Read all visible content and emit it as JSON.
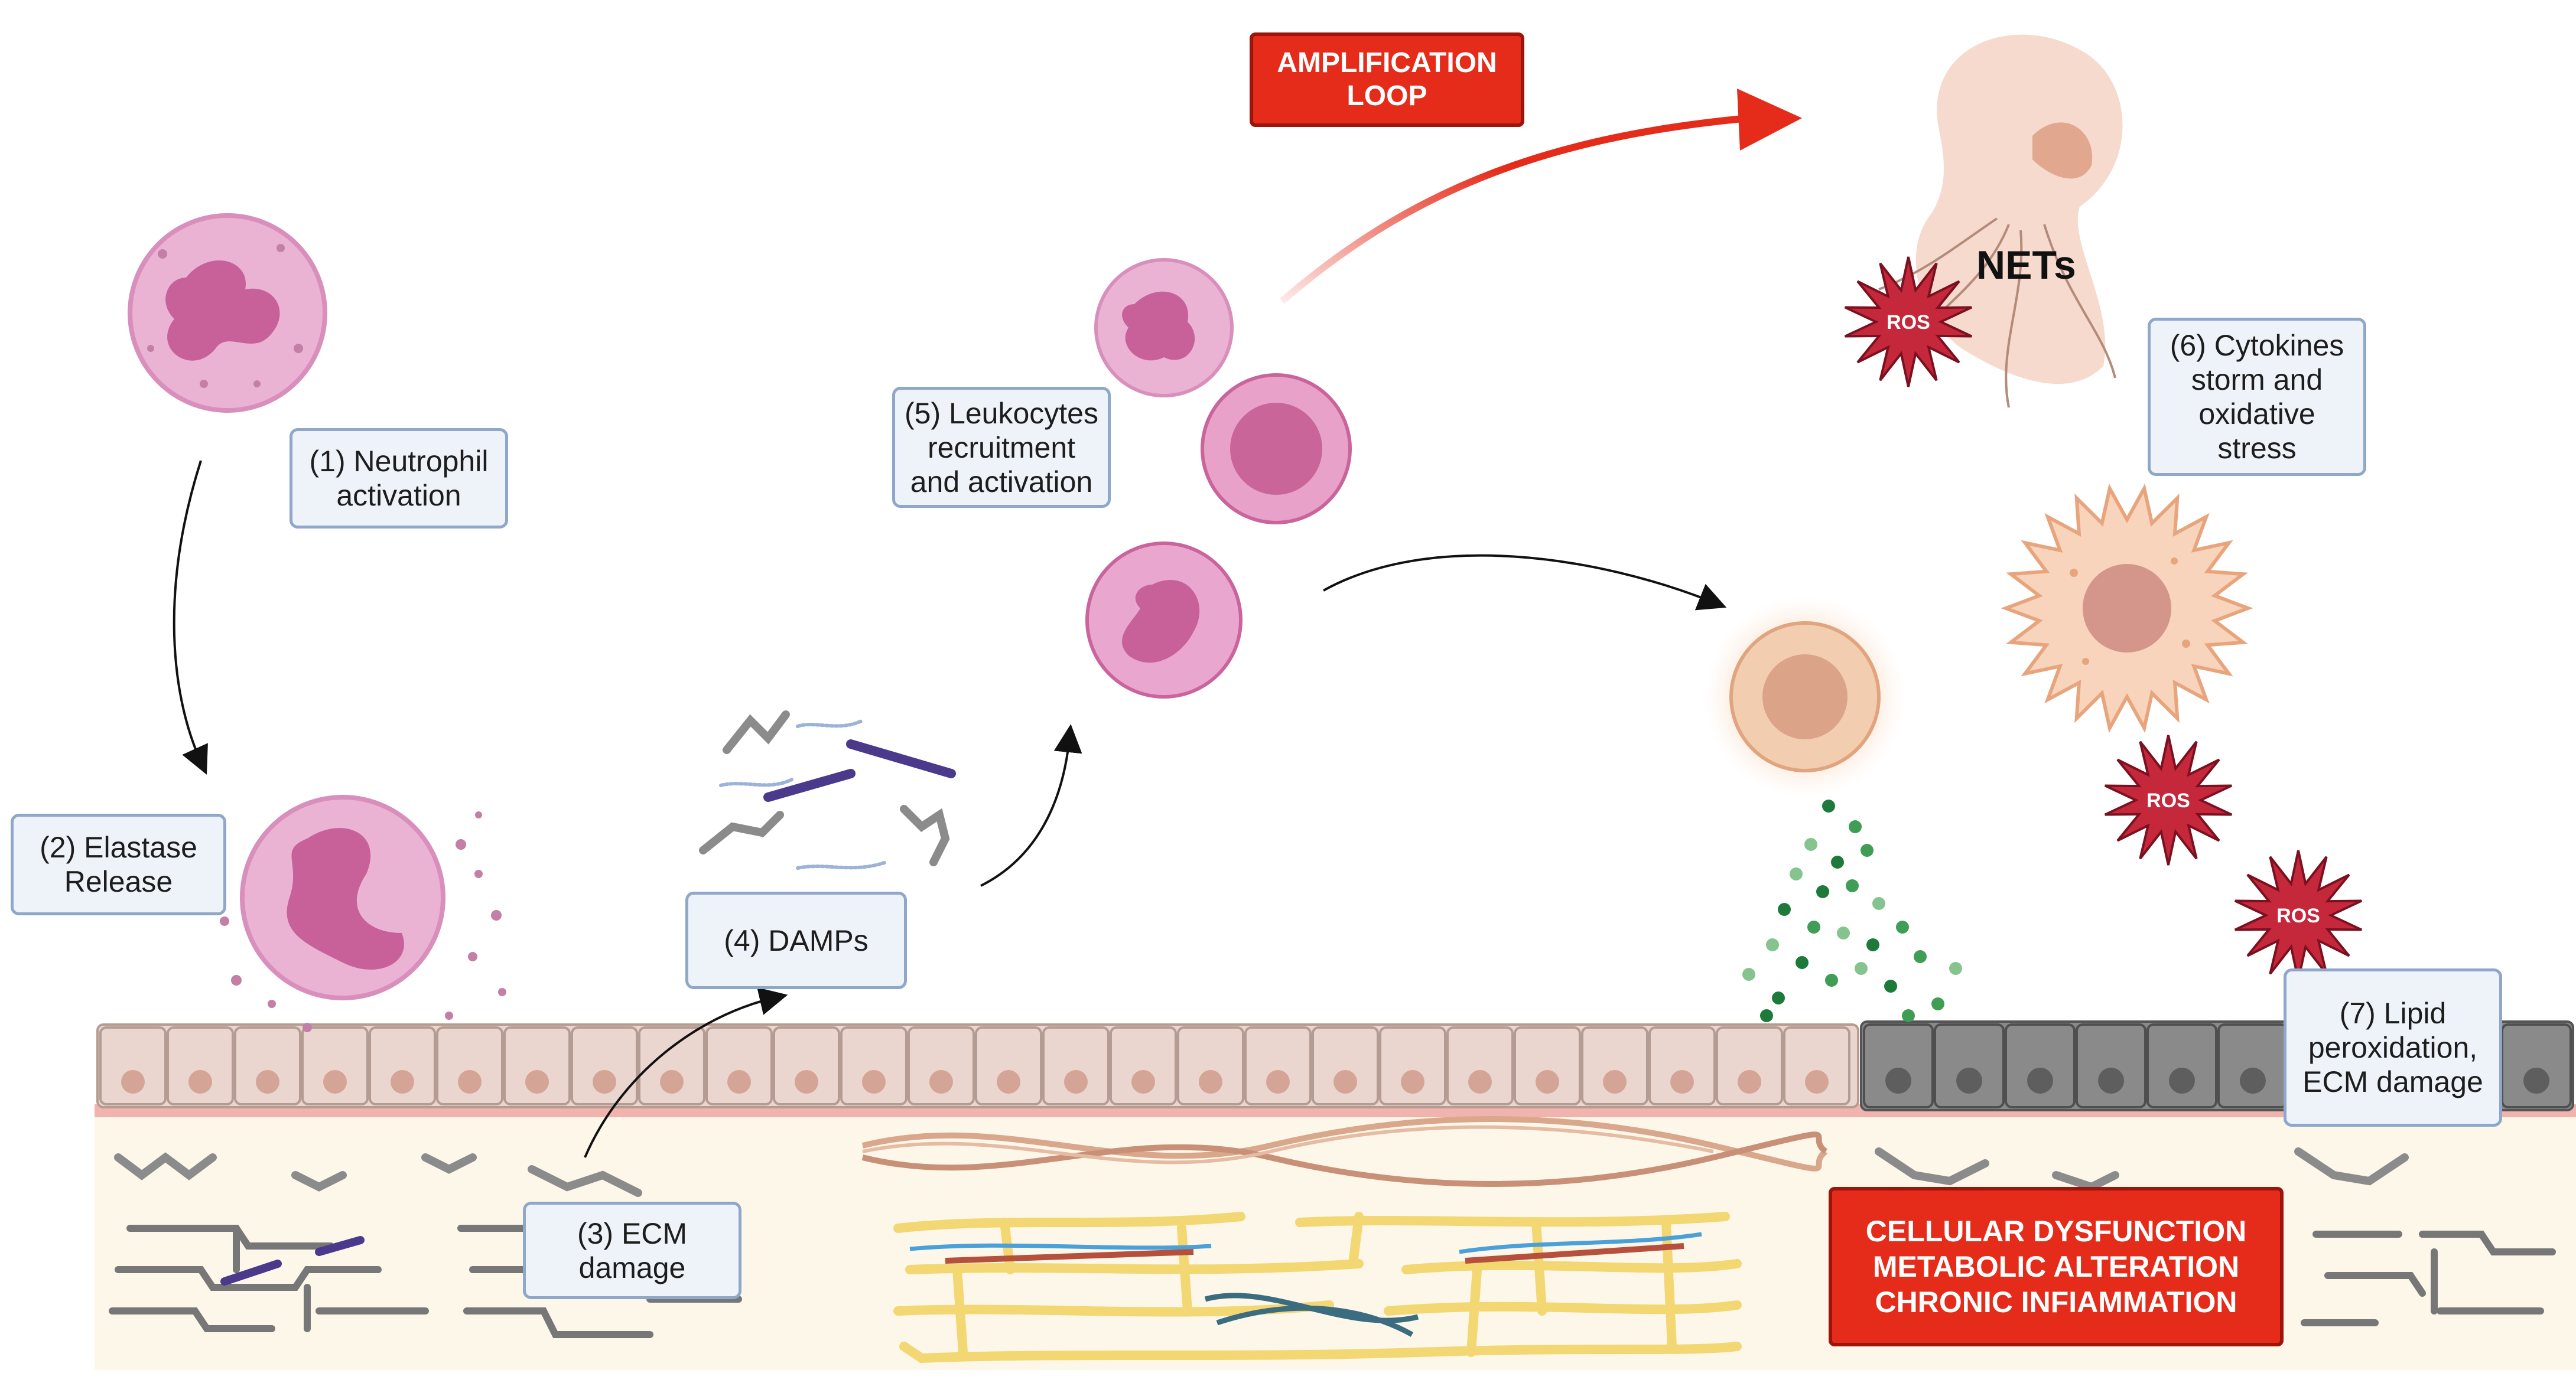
{
  "labels": {
    "step1": [
      "(1) Neutrophil",
      "activation"
    ],
    "step2": [
      "(2) Elastase",
      "Release"
    ],
    "step3": [
      "(3) ECM",
      "damage"
    ],
    "step4": [
      "(4) DAMPs"
    ],
    "step5": [
      "(5) Leukocytes",
      "recruitment",
      "and activation"
    ],
    "step6": [
      "(6) Cytokines",
      "storm and",
      "oxidative",
      "stress"
    ],
    "step7": [
      "(7) Lipid",
      "peroxidation,",
      "ECM damage"
    ]
  },
  "amplification": [
    "AMPLIFICATION",
    "LOOP"
  ],
  "outcome": [
    "CELLULAR DYSFUNCTION",
    "METABOLIC ALTERATION",
    "CHRONIC INFIAMMATION"
  ],
  "nets": "NETs",
  "ros": "ROS",
  "colors": {
    "label_fill": "#eef3f9",
    "label_border": "#8fa7c8",
    "red_box": "#e52b19",
    "neutrophil": "#e9a7cf",
    "nucleus": "#c8609a",
    "healthy_cell": "#ead6cf",
    "damaged_cell": "#8a8a8a",
    "ros_star": "#c4283a",
    "ecm_collagen": "#e6c45a"
  },
  "icons": [
    "neutrophil-icon",
    "degranulating-neutrophil-icon",
    "monocyte-icon",
    "lymphocyte-icon",
    "macrophage-icon",
    "net-cell-icon",
    "ros-burst-icon",
    "epithelial-cell-icon",
    "collagen-fiber-icon",
    "damps-fragment-icon"
  ]
}
